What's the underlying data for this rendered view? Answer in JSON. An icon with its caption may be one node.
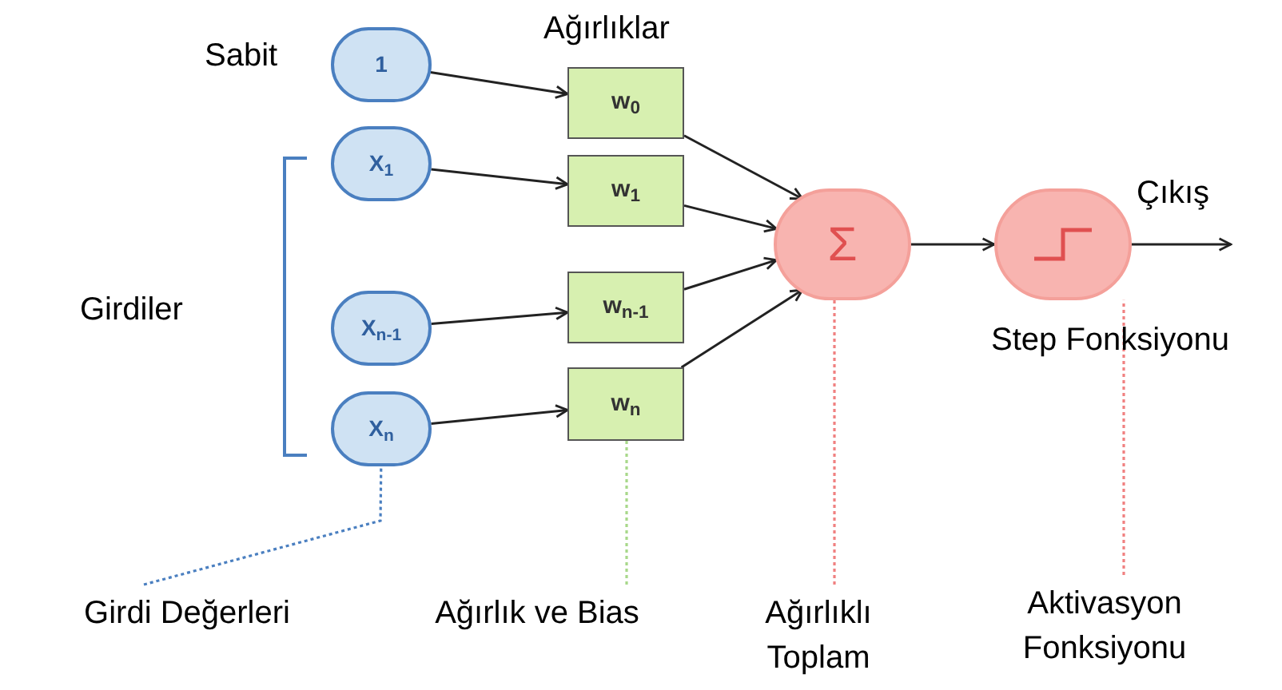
{
  "diagram": {
    "nodes": [
      {
        "text": [
          "1"
        ],
        "beside": [
          "Sabit"
        ]
      },
      {
        "text": [
          "X$_{1}$"
        ]
      },
      {
        "text": [
          "X$_{n-1}$"
        ]
      },
      {
        "text": [
          "X$_{n}$"
        ]
      },
      {
        "text": [
          "w$_{0}$"
        ]
      },
      {
        "text": [
          "w$_{1}$"
        ]
      },
      {
        "text": [
          "w$_{n-1}$"
        ]
      },
      {
        "text": [
          "w$_{n}$"
        ]
      },
      {
        "text": [
          "Σ"
        ]
      },
      {
        "text": [],
        "shape": "circle",
        "beside": [
          "Step Fonksiyonu"
        ]
      },
      {
        "text": [
          "Girdi Değerleri"
        ]
      },
      {
        "text": [
          "Ağırlık ve Bias"
        ]
      },
      {
        "text": [
          "Ağırlıklı Toplam"
        ]
      },
      {
        "text": [
          "Aktivasyon Fonksiyonu"
        ]
      }
    ],
    "edges": [
      {
        "from": 0,
        "to": 4,
        "arrow": "to"
      },
      {
        "from": 1,
        "to": 5,
        "arrow": "to"
      },
      {
        "from": 2,
        "to": 6,
        "arrow": "to"
      },
      {
        "from": 3,
        "to": 7,
        "arrow": "to"
      },
      {
        "from": 4,
        "to": 8,
        "arrow": "to"
      },
      {
        "from": 5,
        "to": 8,
        "arrow": "to"
      },
      {
        "from": 6,
        "to": 8,
        "arrow": "to"
      },
      {
        "from": 7,
        "to": 8,
        "arrow": "to"
      },
      {
        "from": 8,
        "to": 9,
        "arrow": "to"
      },
      {
        "from": 9,
        "to": null,
        "arrow": "to",
        "label": "Çıkış"
      },
      {
        "from": 10,
        "to": 3,
        "arrow": "none",
        "style": "dashed",
        "color": "#4a7fc0"
      },
      {
        "from": 11,
        "to": 7,
        "arrow": "none",
        "style": "dashed",
        "color": "#a8d88a"
      },
      {
        "from": 12,
        "to": 8,
        "arrow": "none",
        "style": "dashed",
        "color": "#f08080"
      },
      {
        "from": 13,
        "to": 9,
        "arrow": "none",
        "style": "dashed",
        "color": "#f08080"
      }
    ],
    "labels": [
      "Ağırlıklar",
      "Girdiler"
    ]
  }
}
